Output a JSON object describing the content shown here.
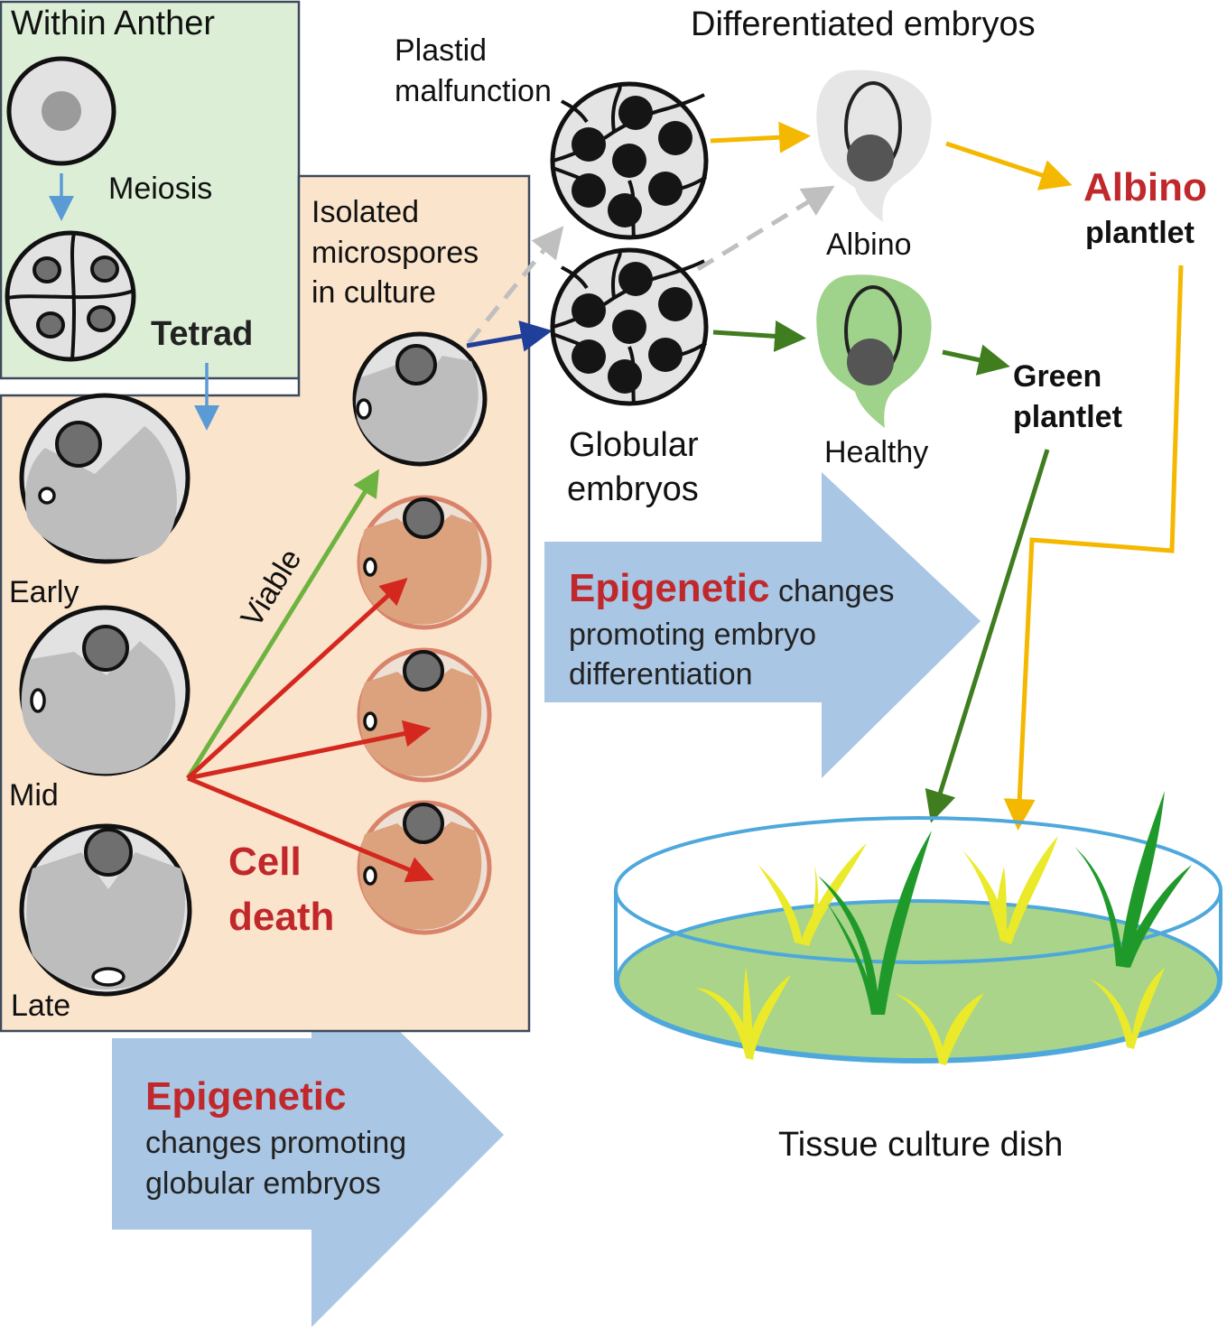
{
  "colors": {
    "anther_box": "#dcefd6",
    "culture_box": "#fbe4cc",
    "box_border": "#3d4a5c",
    "blue_arrow": "#a9c6e4",
    "red": "#c0282b",
    "yellow": "#f5b800",
    "dark_green": "#3f7d1f",
    "light_green": "#6db33f",
    "navy": "#1f3f9a",
    "grey_dash": "#bfbfbf",
    "dead_cell": "#dca27e",
    "dish_medium": "#a9d489",
    "dish_rim": "#4ea8dc",
    "green_plant": "#1f9a2a",
    "albino_plant": "#eaea2a"
  },
  "labels": {
    "within_anther": "Within Anther",
    "meiosis": "Meiosis",
    "tetrad": "Tetrad",
    "isolated_1": "Isolated",
    "isolated_2": "microspores",
    "isolated_3": "in culture",
    "early": "Early",
    "mid": "Mid",
    "late": "Late",
    "viable": "Viable",
    "cell": "Cell",
    "death": "death",
    "plastid_1": "Plastid",
    "plastid_2": "malfunction",
    "globular_1": "Globular",
    "globular_2": "embryos",
    "differentiated": "Differentiated embryos",
    "albino": "Albino",
    "healthy": "Healthy",
    "albino_plantlet_1": "Albino",
    "albino_plantlet_2": "plantlet",
    "green_plantlet_1": "Green",
    "green_plantlet_2": "plantlet",
    "epi1_word": "Epigenetic",
    "epi1_rest": " changes",
    "epi1_line2": "promoting embryo",
    "epi1_line3": "differentiation",
    "epi2_word": "Epigenetic",
    "epi2_line2": "changes promoting",
    "epi2_line3": "globular embryos",
    "dish": "Tissue culture dish"
  }
}
